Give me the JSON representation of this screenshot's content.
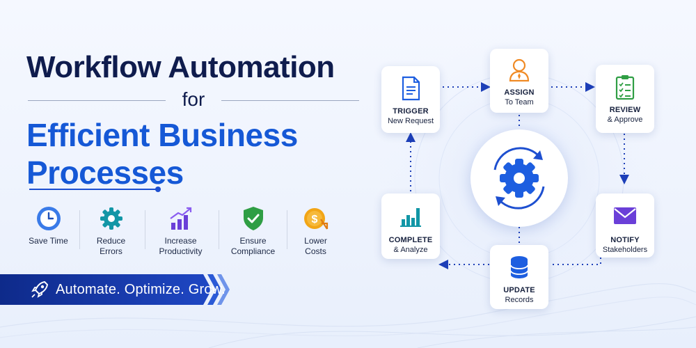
{
  "hero": {
    "title_line1": "Workflow Automation",
    "connector": "for",
    "title_line2": "Efficient Business",
    "title_line3": "Processes"
  },
  "benefits": [
    {
      "label": "Save Time",
      "icon": "clock-icon"
    },
    {
      "label": "Reduce\nErrors",
      "icon": "gear-icon"
    },
    {
      "label": "Increase\nProductivity",
      "icon": "growth-chart-icon"
    },
    {
      "label": "Ensure\nCompliance",
      "icon": "shield-check-icon"
    },
    {
      "label": "Lower\nCosts",
      "icon": "coin-dollar-icon"
    }
  ],
  "banner": {
    "text": "Automate. Optimize. Grow.",
    "icon": "rocket-icon"
  },
  "workflow": {
    "center_icon": "gear-cycle-icon",
    "steps": {
      "trigger": {
        "title": "TRIGGER",
        "subtitle": "New Request",
        "icon": "document-icon"
      },
      "assign": {
        "title": "ASSIGN",
        "subtitle": "To Team",
        "icon": "person-icon"
      },
      "review": {
        "title": "REVIEW",
        "subtitle": "& Approve",
        "icon": "checklist-icon"
      },
      "notify": {
        "title": "NOTIFY",
        "subtitle": "Stakeholders",
        "icon": "envelope-icon"
      },
      "update": {
        "title": "UPDATE",
        "subtitle": "Records",
        "icon": "database-icon"
      },
      "complete": {
        "title": "COMPLETE",
        "subtitle": "& Analyze",
        "icon": "bar-chart-icon"
      }
    }
  },
  "colors": {
    "navy": "#0f1c4d",
    "primary_blue": "#1558d6",
    "accent_orange": "#f08a24",
    "accent_green": "#2f9e44",
    "accent_purple": "#6a3fd8",
    "accent_teal": "#1296a6",
    "accent_gold": "#f2a516"
  }
}
